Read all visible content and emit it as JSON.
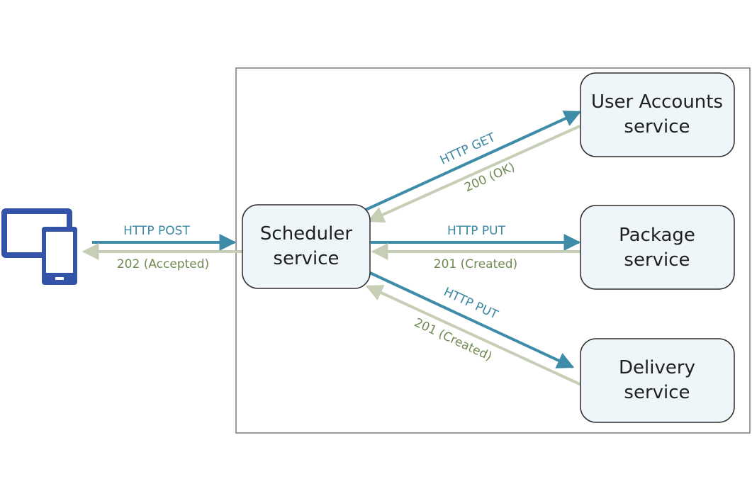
{
  "colors": {
    "request": "#3f8ca8",
    "response": "#c6cfb6",
    "node_fill": "#eef6f9",
    "node_stroke": "#2d2d2d",
    "device": "#3353a8",
    "boundary": "#7a7a7a"
  },
  "nodes": {
    "scheduler": {
      "line1": "Scheduler",
      "line2": "service"
    },
    "user_accounts": {
      "line1": "User Accounts",
      "line2": "service"
    },
    "package": {
      "line1": "Package",
      "line2": "service"
    },
    "delivery": {
      "line1": "Delivery",
      "line2": "service"
    }
  },
  "client": {
    "icon": "devices-icon"
  },
  "edges": {
    "client_post": "HTTP POST",
    "client_accepted": "202 (Accepted)",
    "user_get": "HTTP GET",
    "user_ok": "200 (OK)",
    "package_put": "HTTP PUT",
    "package_created": "201 (Created)",
    "delivery_put": "HTTP PUT",
    "delivery_created": "201 (Created)"
  }
}
